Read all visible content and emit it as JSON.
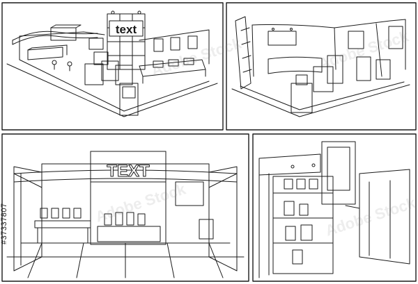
{
  "illustration": {
    "panel1_sign": "text",
    "panel3_sign": "TEXT",
    "stock_id": "#37337807",
    "watermark": "Adobe Stock"
  },
  "colors": {
    "line": "#1a1a1a",
    "frame": "#222222",
    "background": "#ffffff"
  }
}
